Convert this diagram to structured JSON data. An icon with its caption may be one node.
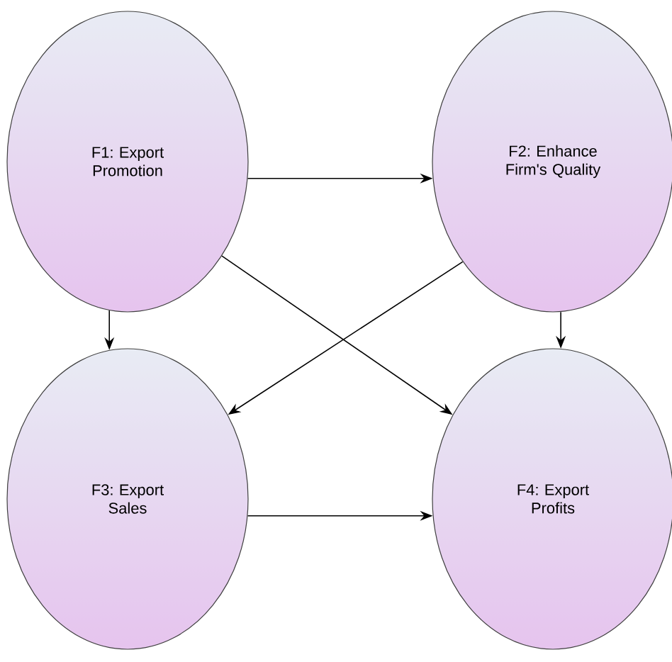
{
  "diagram": {
    "nodes": [
      {
        "text": [
          "F1: Export Promotion"
        ]
      },
      {
        "text": [
          "F2: Enhance Firm's Quality"
        ]
      },
      {
        "text": [
          "F3: Export Sales"
        ]
      },
      {
        "text": [
          "F4: Export Profits"
        ]
      }
    ],
    "edges": [
      {
        "from": 0,
        "to": 1,
        "arrow": "to"
      },
      {
        "from": 0,
        "to": 2,
        "arrow": "to"
      },
      {
        "from": 0,
        "to": 3,
        "arrow": "to"
      },
      {
        "from": 1,
        "to": 2,
        "arrow": "to"
      },
      {
        "from": 1,
        "to": 3,
        "arrow": "to"
      },
      {
        "from": 2,
        "to": 3,
        "arrow": "to"
      }
    ]
  }
}
